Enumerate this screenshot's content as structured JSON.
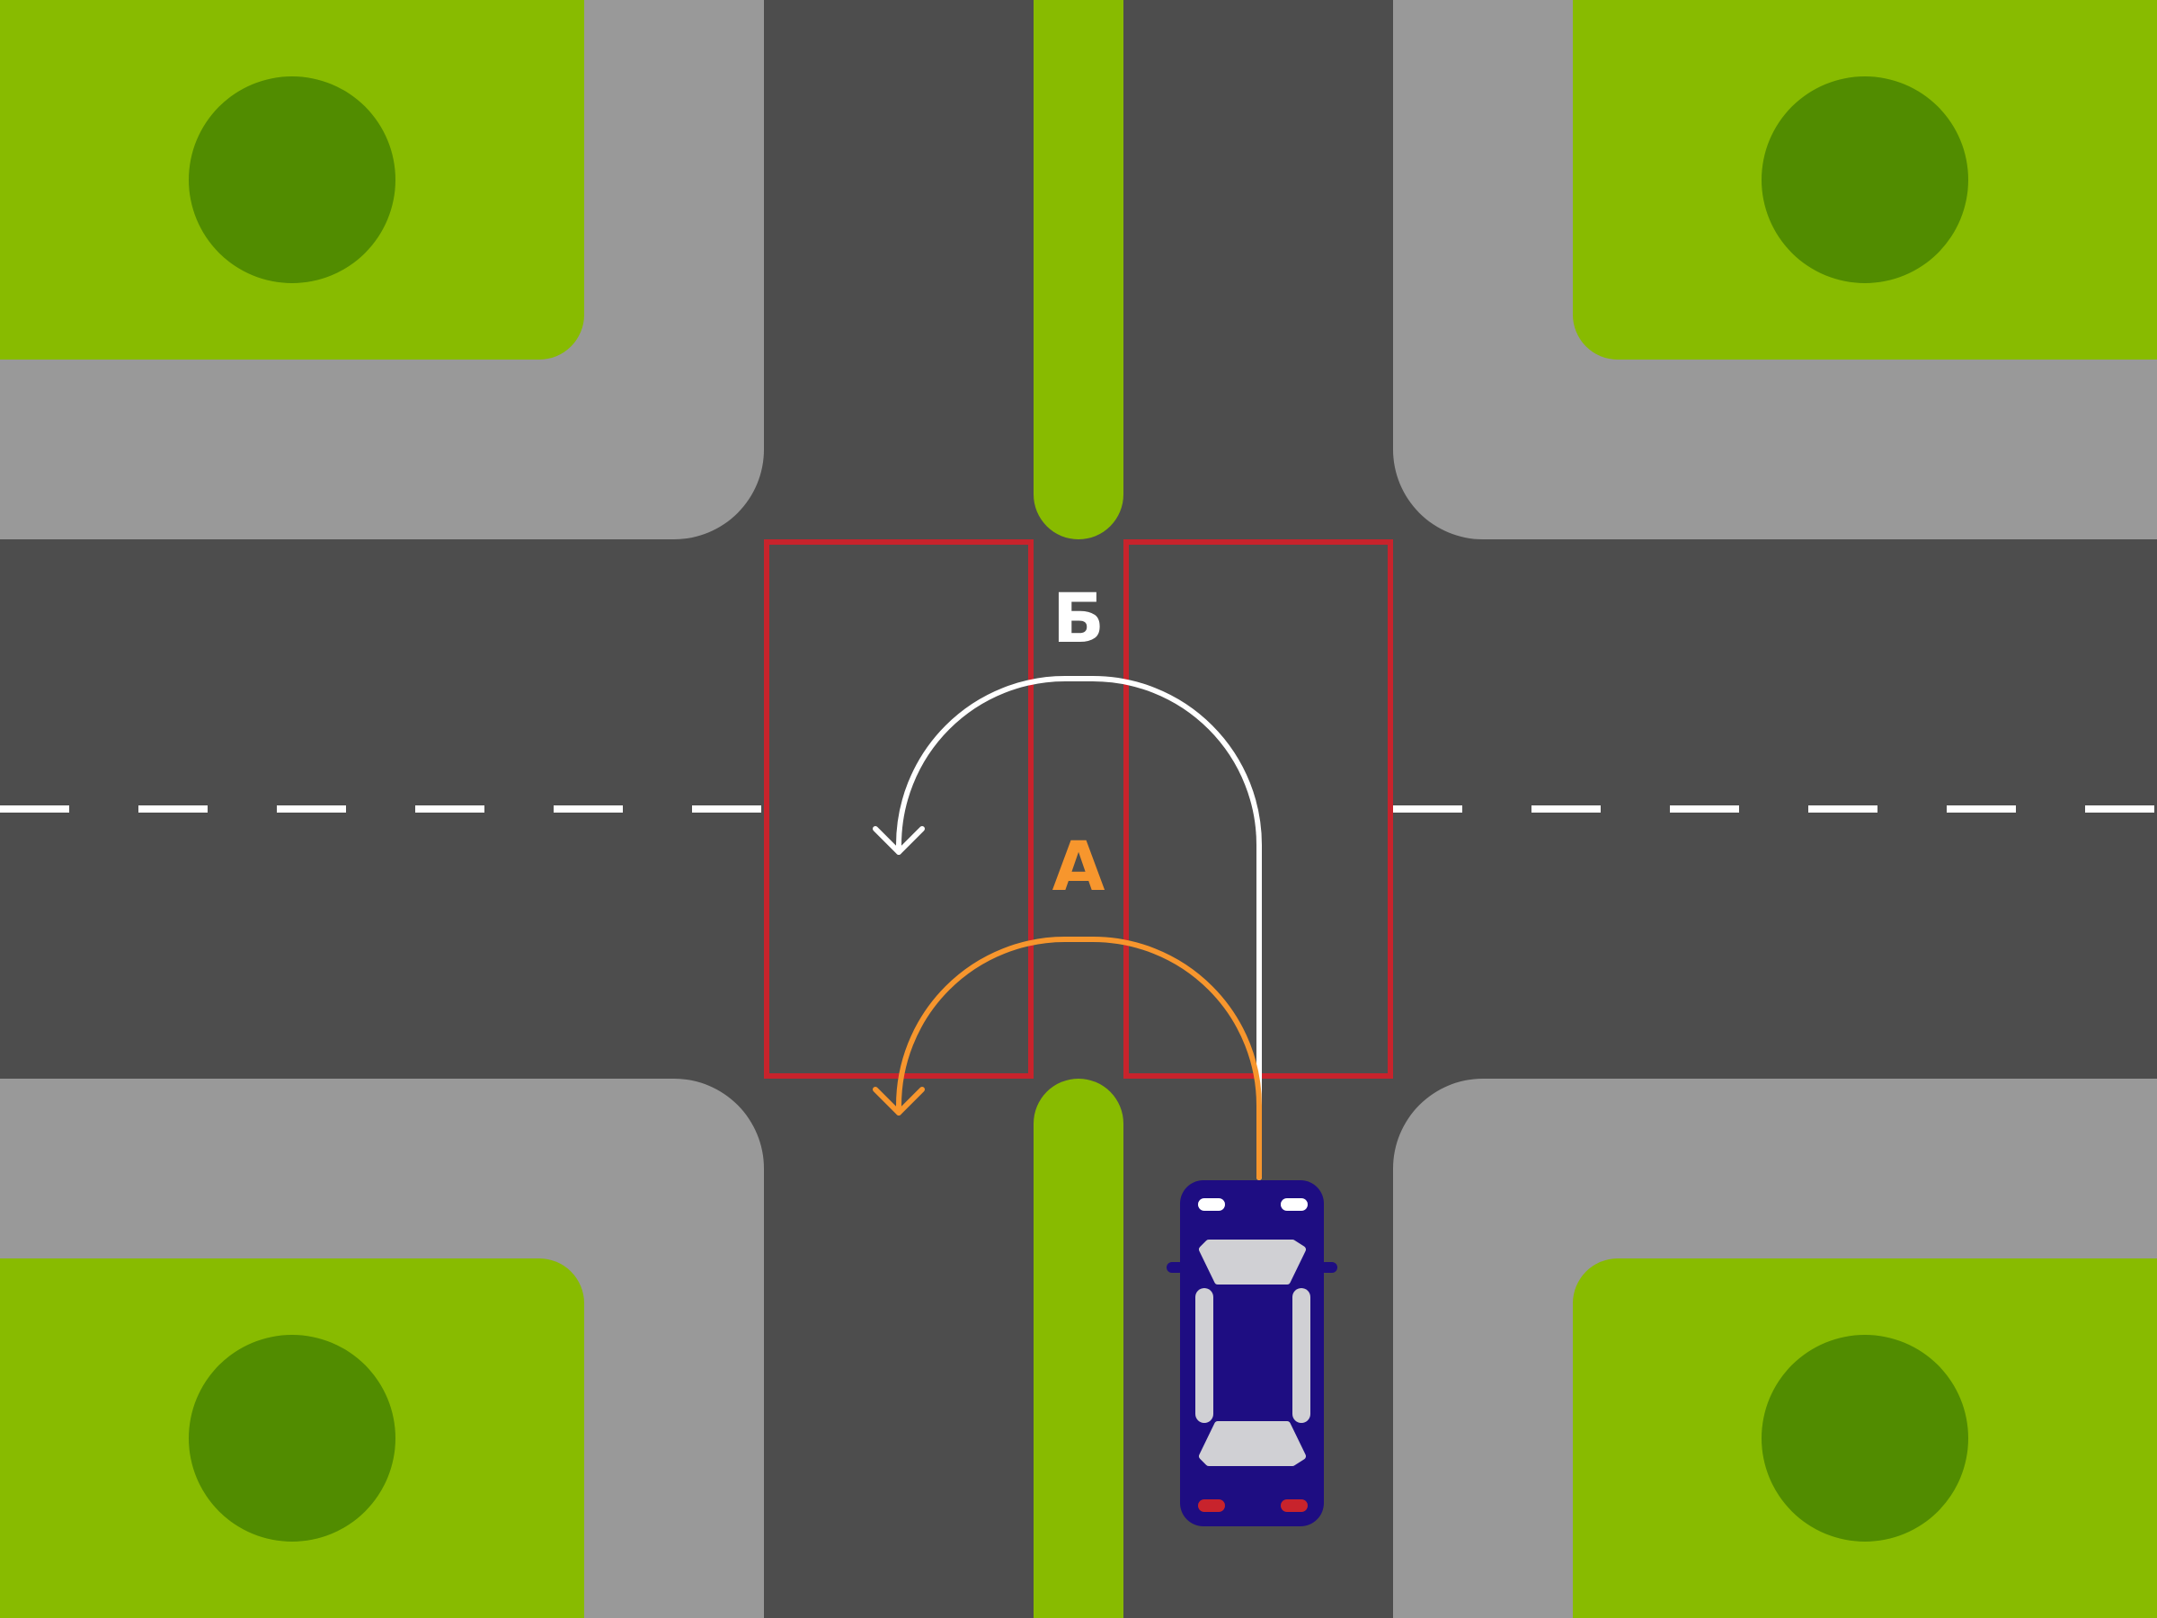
{
  "scene": {
    "colors": {
      "road": "#4d4d4d",
      "sidewalk": "#999999",
      "grass": "#88bb00",
      "tree": "#518c00",
      "marking": "#ffffff",
      "zone": "#c8232c",
      "route_a": "#f7962d",
      "route_b": "#ffffff",
      "car_body": "#1e0d82",
      "car_glass": "#d0d0d4",
      "headlight": "#ffffff",
      "taillight": "#c8232c"
    },
    "routes": [
      {
        "id": "A",
        "label": "А",
        "color": "#f7962d"
      },
      {
        "id": "B",
        "label": "Б",
        "color": "#ffffff"
      }
    ],
    "icons": {
      "vehicle": "car-top-view-icon",
      "arrow": "arrow-head-icon"
    }
  }
}
